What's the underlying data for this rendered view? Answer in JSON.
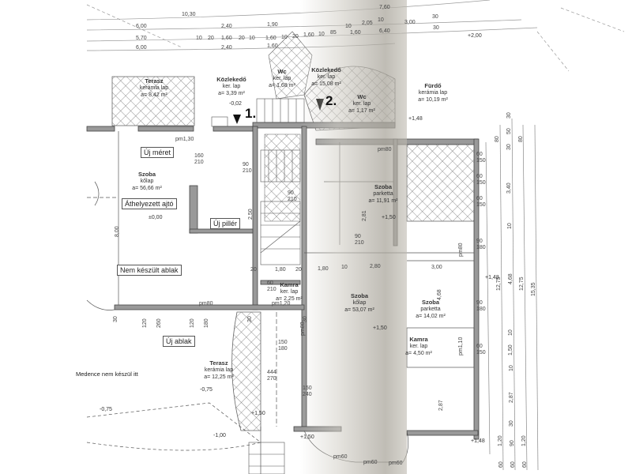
{
  "rooms": [
    {
      "name": "Terasz",
      "floor": "kerámia lap",
      "area": "a= 8,42 m²"
    },
    {
      "name": "Közlekedő",
      "floor": "ker. lap",
      "area": "a= 3,39 m²"
    },
    {
      "name": "Wc",
      "floor": "ker. lap",
      "area": "a= 1,68 m²"
    },
    {
      "name": "Közlekedő",
      "floor": "ker. lap",
      "area": "a= 15,08 m²"
    },
    {
      "name": "Wc",
      "floor": "ker. lap",
      "area": "a= 1,17 m²"
    },
    {
      "name": "Fürdő",
      "floor": "kerámia lap",
      "area": "a= 10,19 m²"
    },
    {
      "name": "Szoba",
      "floor": "kőlap",
      "area": "a= 56,66 m²"
    },
    {
      "name": "Szoba",
      "floor": "parketta",
      "area": "a= 11,91 m²"
    },
    {
      "name": "Kamra",
      "floor": "ker. lap",
      "area": "a= 2,25 m²"
    },
    {
      "name": "Szoba",
      "floor": "kőlap",
      "area": "a= 53,07 m²"
    },
    {
      "name": "Szoba",
      "floor": "parketta",
      "area": "a= 14,02 m²"
    },
    {
      "name": "Kamra",
      "floor": "ker. lap",
      "area": "a= 4,50 m²"
    },
    {
      "name": "Terasz",
      "floor": "kerámia lap",
      "area": "a= 12,25 m²"
    }
  ],
  "callouts": {
    "new_size": "Új méret",
    "moved_door": "Áthelyezett ajtó",
    "new_pillar": "Új pillér",
    "window_not_built": "Nem készült ablak",
    "new_window": "Új ablak",
    "pool_note": "Medence nem készül itt"
  },
  "sections": {
    "s1": "1.",
    "s2": "2."
  },
  "levels": [
    "-0,02",
    "±0,00",
    "-0,75",
    "-0,75",
    "-1,00",
    "+1,50",
    "+1,50",
    "+1,50",
    "+1,48",
    "+1,48",
    "+1,48",
    "+1,50",
    "+2,00"
  ],
  "top_dims": {
    "row1": [
      "10,30",
      "7,60"
    ],
    "row2": [
      "6,00",
      "2,40",
      "1,90",
      "1,60",
      "10",
      "85",
      "10",
      "2,05",
      "10",
      "3,00",
      "30"
    ],
    "row3": [
      "5,70",
      "10",
      "20",
      "1,60",
      "20",
      "10",
      "1,60",
      "10",
      "20",
      "1,60",
      "6,40",
      "30"
    ],
    "row4": [
      "6,00",
      "2,40",
      "1,60"
    ]
  },
  "right_dims": [
    "80",
    "30",
    "50",
    "30",
    "80",
    "3,40",
    "10",
    "4,68",
    "12,75",
    "12,75",
    "15,35",
    "10",
    "1,50",
    "10",
    "2,87",
    "30",
    "1,20",
    "90",
    "1,20",
    "60",
    "60",
    "60"
  ],
  "openings": {
    "w1": [
      "60",
      "150"
    ],
    "w2": [
      "60",
      "150"
    ],
    "w3": [
      "60",
      "150"
    ],
    "w4": [
      "90",
      "180"
    ],
    "w5": [
      "90",
      "180"
    ],
    "w6": [
      "60",
      "150"
    ],
    "d1": [
      "160",
      "210"
    ],
    "d2": [
      "90",
      "210"
    ],
    "d3": [
      "90",
      "210"
    ],
    "d4": [
      "60",
      "210"
    ],
    "d5": [
      "150",
      "180"
    ],
    "d6": [
      "444",
      "270"
    ],
    "d7": [
      "150",
      "240"
    ],
    "d8": [
      "90",
      "210"
    ],
    "pm": [
      "pm1,30",
      "pm80",
      "pm80",
      "pm80",
      "pm1,20",
      "pm60",
      "pm60",
      "pm60",
      "pm1,10",
      "pm80"
    ]
  },
  "misc_dims": [
    "1,80",
    "20",
    "20",
    "1,80",
    "10",
    "2,80",
    "3,00",
    "2,50",
    "8,00",
    "2,81",
    "2,87",
    "120",
    "260",
    "120",
    "180",
    "30",
    "30",
    "30",
    "4,68"
  ]
}
